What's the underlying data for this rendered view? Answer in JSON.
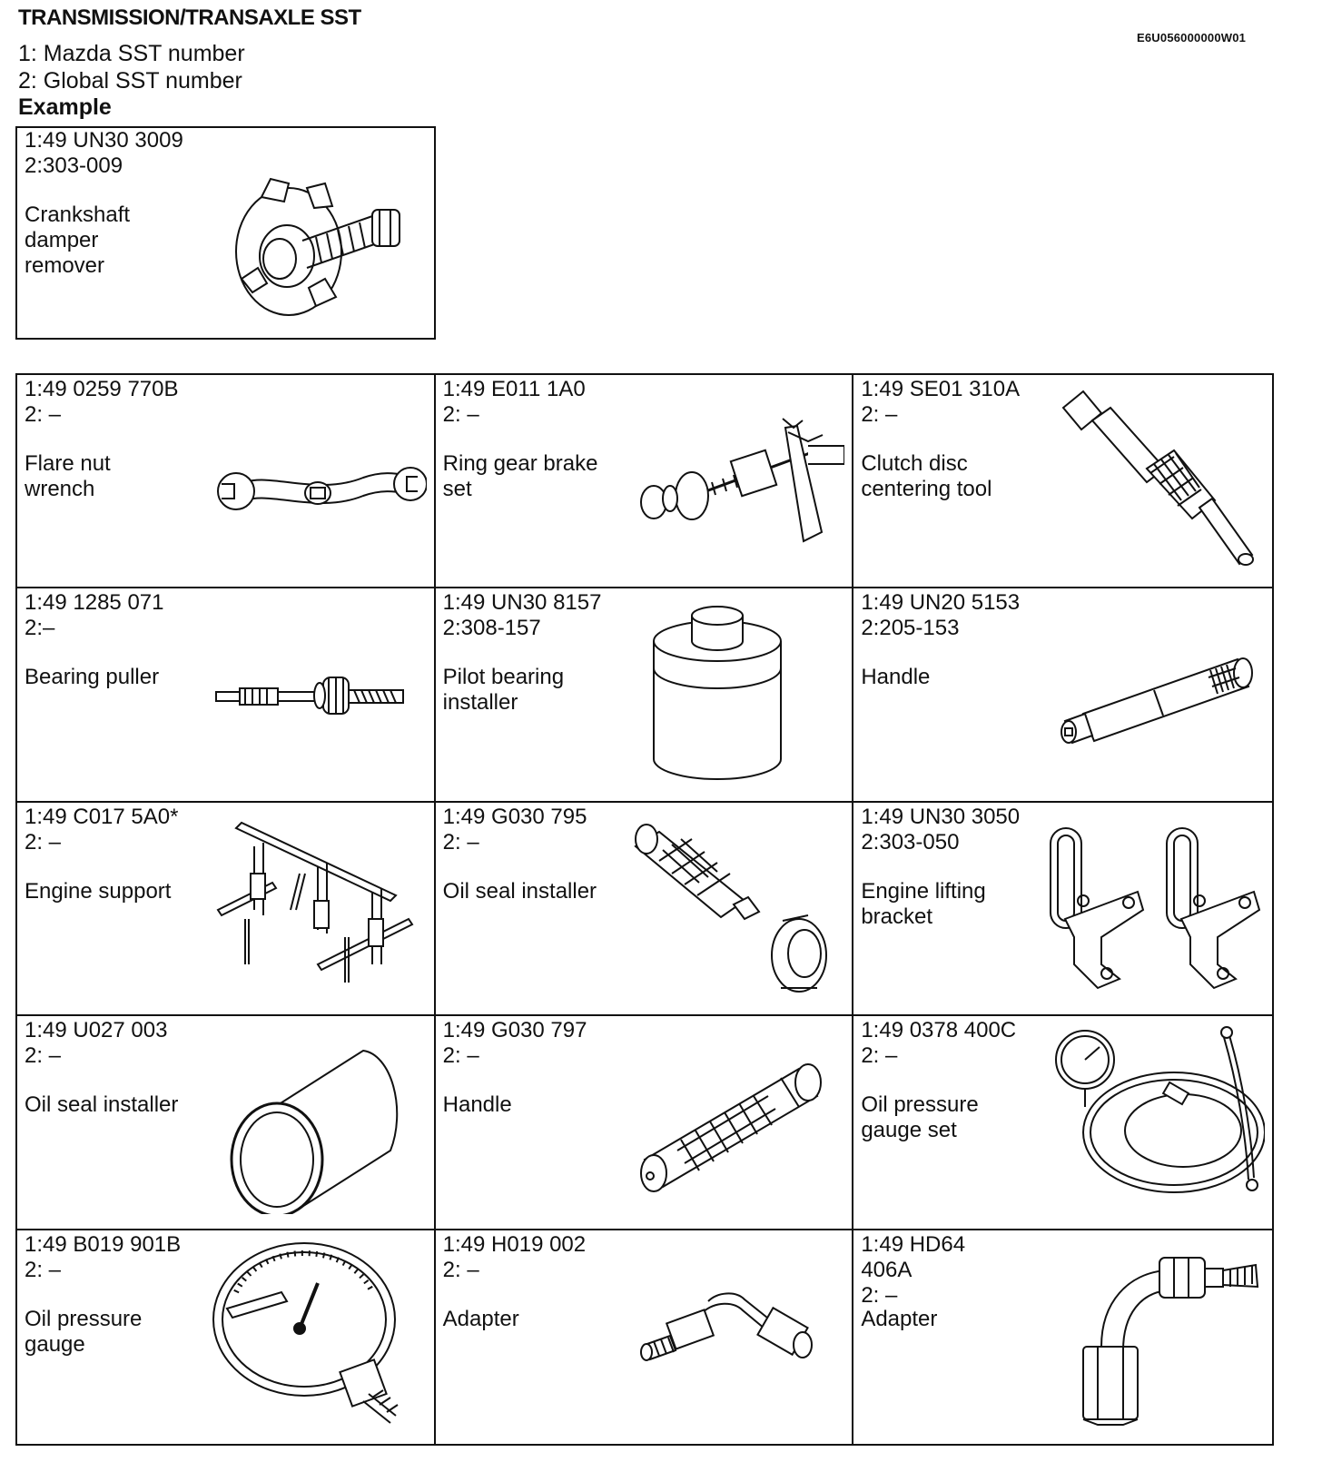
{
  "header": {
    "title": "TRANSMISSION/TRANSAXLE SST",
    "doc_id": "E6U056000000W01"
  },
  "legend": {
    "line1": "1: Mazda SST number",
    "line2": "2: Global SST number",
    "example_label": "Example"
  },
  "example": {
    "code": "1:49 UN30 3009\n2:303-009",
    "name": "Crankshaft\ndamper\nremover",
    "icon": "crankshaft-damper-remover-icon"
  },
  "tools": [
    {
      "code": "1:49 0259 770B\n2: –",
      "name": "Flare nut\nwrench",
      "icon": "flare-nut-wrench-icon"
    },
    {
      "code": "1:49 E011 1A0\n2: –",
      "name": "Ring gear brake\nset",
      "icon": "ring-gear-brake-set-icon"
    },
    {
      "code": "1:49 SE01 310A\n2: –",
      "name": "Clutch disc\ncentering tool",
      "icon": "clutch-disc-centering-tool-icon"
    },
    {
      "code": "1:49 1285 071\n2:–",
      "name": "Bearing puller",
      "icon": "bearing-puller-icon"
    },
    {
      "code": "1:49 UN30 8157\n2:308-157",
      "name": "Pilot bearing\ninstaller",
      "icon": "pilot-bearing-installer-icon"
    },
    {
      "code": "1:49 UN20 5153\n2:205-153",
      "name": "Handle",
      "icon": "handle-icon"
    },
    {
      "code": "1:49 C017 5A0*\n2: –",
      "name": "Engine support",
      "icon": "engine-support-icon"
    },
    {
      "code": "1:49 G030 795\n2: –",
      "name": "Oil seal installer",
      "icon": "oil-seal-installer-icon"
    },
    {
      "code": "1:49 UN30 3050\n2:303-050",
      "name": "Engine lifting\nbracket",
      "icon": "engine-lifting-bracket-icon"
    },
    {
      "code": "1:49 U027 003\n2: –",
      "name": "Oil seal installer",
      "icon": "oil-seal-installer-sleeve-icon"
    },
    {
      "code": "1:49 G030 797\n2: –",
      "name": "Handle",
      "icon": "knurled-handle-icon"
    },
    {
      "code": "1:49 0378 400C\n2: –",
      "name": "Oil pressure\ngauge set",
      "icon": "oil-pressure-gauge-set-icon"
    },
    {
      "code": "1:49 B019 901B\n2: –",
      "name": "Oil pressure\ngauge",
      "icon": "oil-pressure-gauge-icon"
    },
    {
      "code": "1:49 H019 002\n2: –",
      "name": "Adapter",
      "icon": "adapter-icon"
    },
    {
      "code": "1:49 HD64\n406A\n2: –",
      "name": "Adapter",
      "icon": "elbow-adapter-icon"
    }
  ]
}
